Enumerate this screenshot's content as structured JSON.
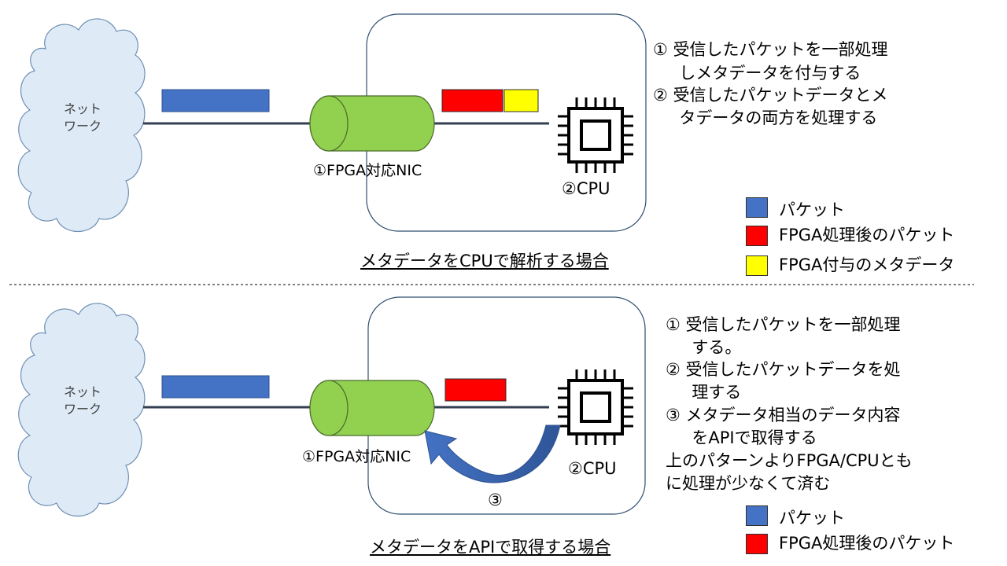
{
  "top": {
    "cloud_text": "ネット\nワーク",
    "nic_label": "①FPGA対応NIC",
    "cpu_label": "②CPU",
    "caption": "メタデータをCPUで解析する場合",
    "notes": [
      "①  受信したパケットを一部処理",
      "     しメタデータを付与する",
      "②  受信したパケットデータとメ",
      "     タデータの両方を処理する"
    ],
    "legend": [
      {
        "color": "#4472c4",
        "label": "パケット"
      },
      {
        "color": "#ff0000",
        "label": "FPGA処理後のパケット"
      },
      {
        "color": "#ffff00",
        "label": "FPGA付与のメタデータ"
      }
    ]
  },
  "bottom": {
    "cloud_text": "ネット\nワーク",
    "nic_label": "①FPGA対応NIC",
    "cpu_label": "②CPU",
    "arrow_label": "③",
    "caption": "メタデータをAPIで取得する場合",
    "notes": [
      "①  受信したパケットを一部処理",
      "     する。",
      "②  受信したパケットデータを処",
      "     理する",
      "③  メタデータ相当のデータ内容",
      "     をAPIで取得する",
      "上のパターンよりFPGA/CPUとも",
      "に処理が少なくて済む"
    ],
    "legend": [
      {
        "color": "#4472c4",
        "label": "パケット"
      },
      {
        "color": "#ff0000",
        "label": "FPGA処理後のパケット"
      }
    ]
  },
  "colors": {
    "packet": "#4472c4",
    "processed": "#ff0000",
    "metadata": "#ffff00",
    "nic_fill": "#92d050",
    "cloud_fill": "#deebf7",
    "wire": "#333f50",
    "box_stroke": "#2f4f6f",
    "arrow": "#4472c4"
  }
}
